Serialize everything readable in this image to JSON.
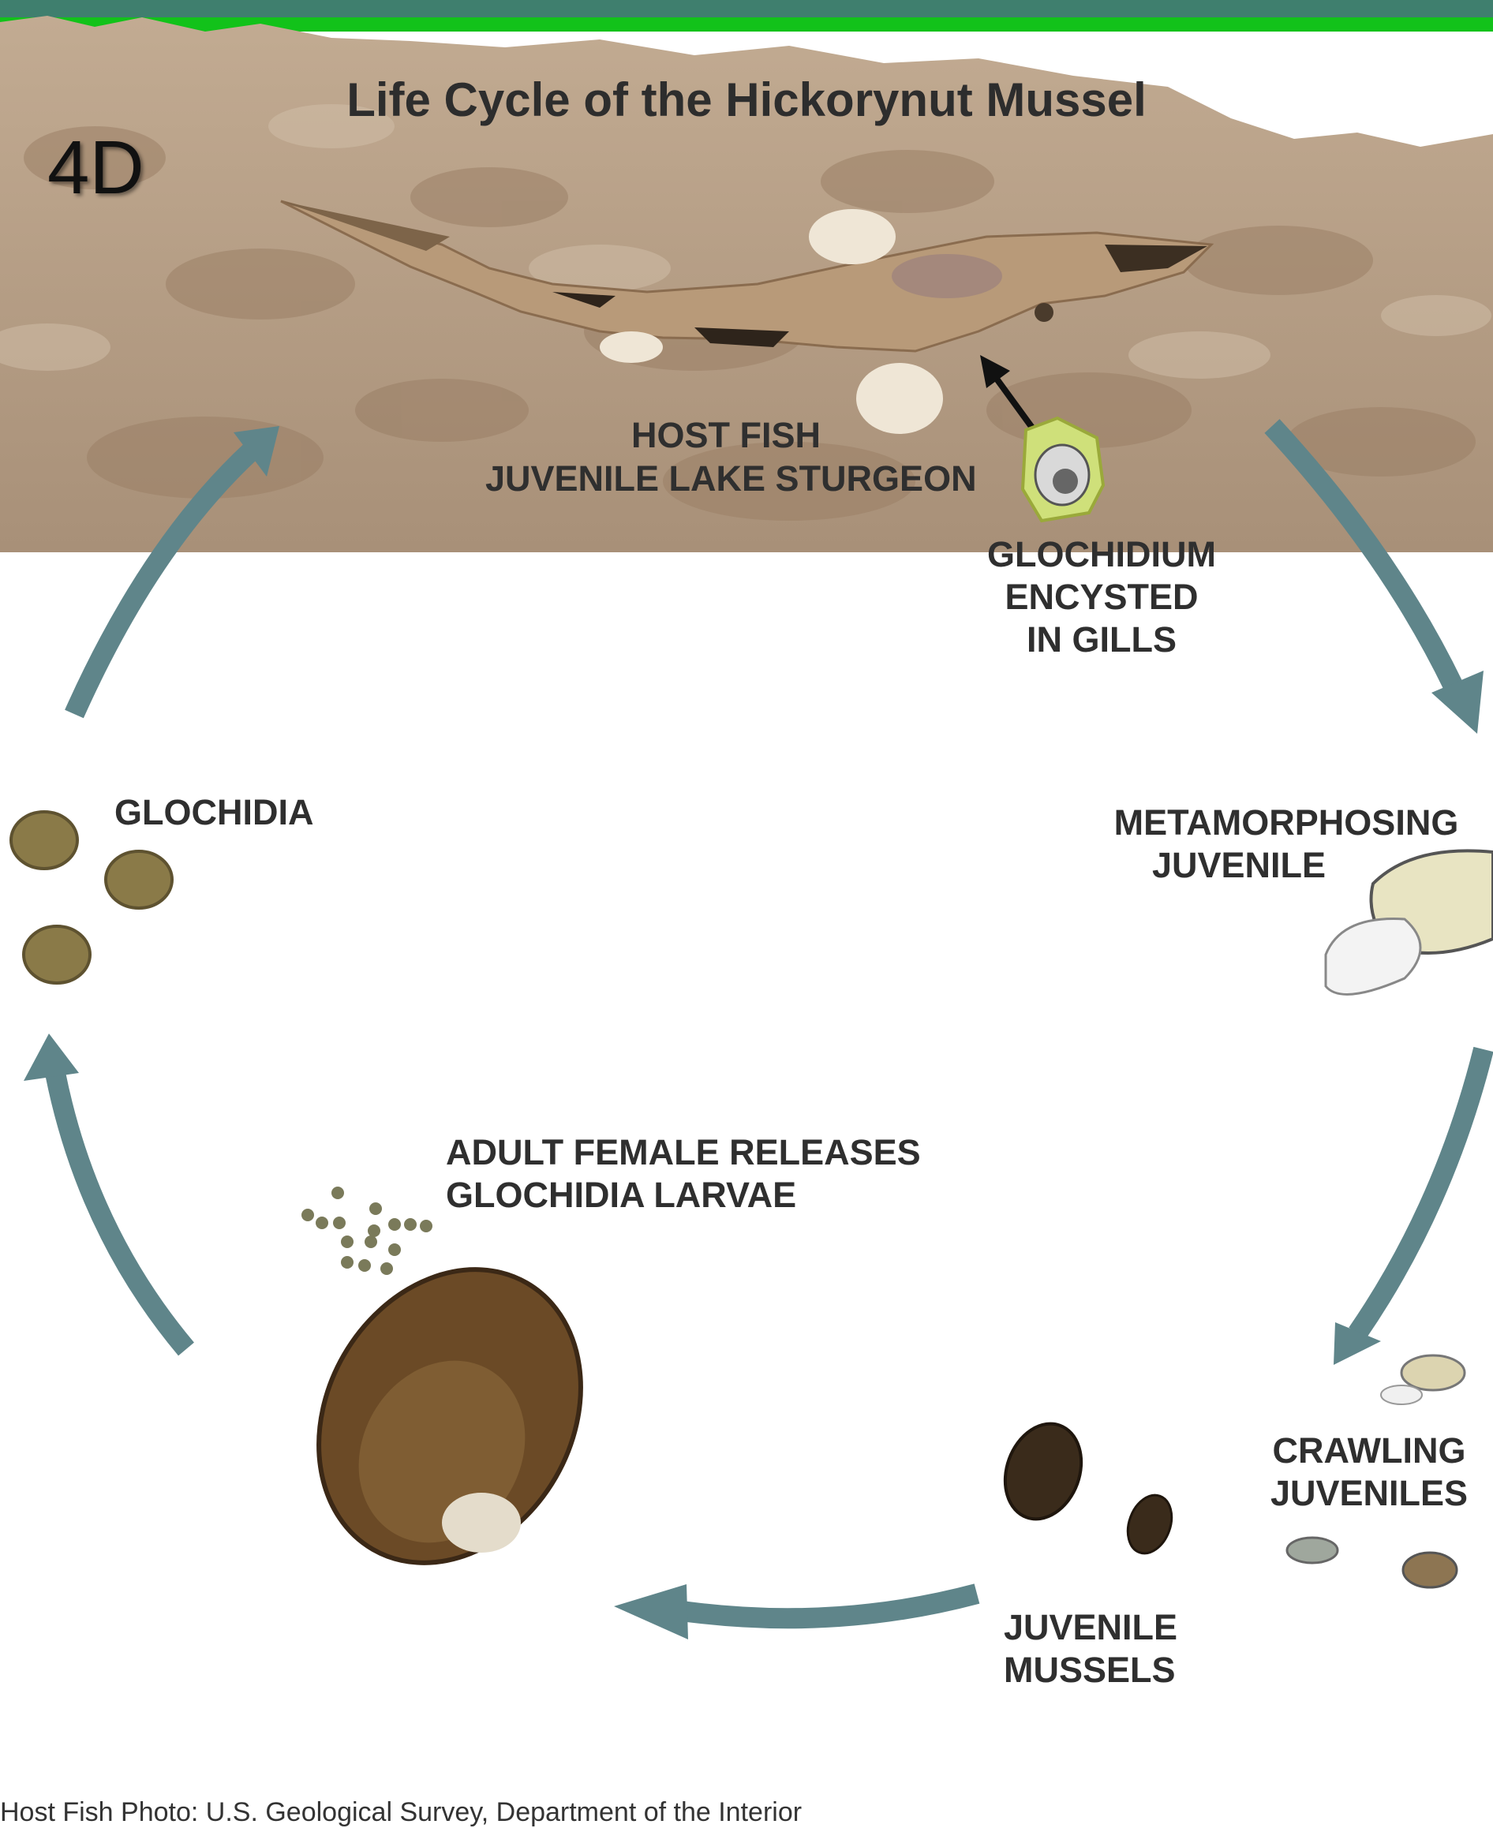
{
  "title": "Life Cycle of the Hickorynut Mussel",
  "panel_label": "4D",
  "stages": {
    "host_fish": {
      "line1": "HOST FISH",
      "line2": "JUVENILE LAKE STURGEON"
    },
    "glochidium_encysted": {
      "line1": "GLOCHIDIUM",
      "line2": "ENCYSTED",
      "line3": "IN GILLS"
    },
    "metamorphosing": {
      "line1": "METAMORPHOSING",
      "line2": "JUVENILE"
    },
    "crawling": {
      "line1": "CRAWLING",
      "line2": "JUVENILES"
    },
    "juvenile_mussels": {
      "line1": "JUVENILE",
      "line2": "MUSSELS"
    },
    "adult_female": {
      "line1": "ADULT FEMALE RELEASES",
      "line2": "GLOCHIDIA LARVAE"
    },
    "glochidia": {
      "line1": "GLOCHIDIA"
    }
  },
  "credit": "Host Fish Photo: U.S. Geological Survey,  Department of the Interior",
  "colors": {
    "arrow": "#5f858a",
    "top_bar": "#3f7f6e",
    "accent_bar": "#12c21a",
    "riverbed": "#b39a80"
  }
}
